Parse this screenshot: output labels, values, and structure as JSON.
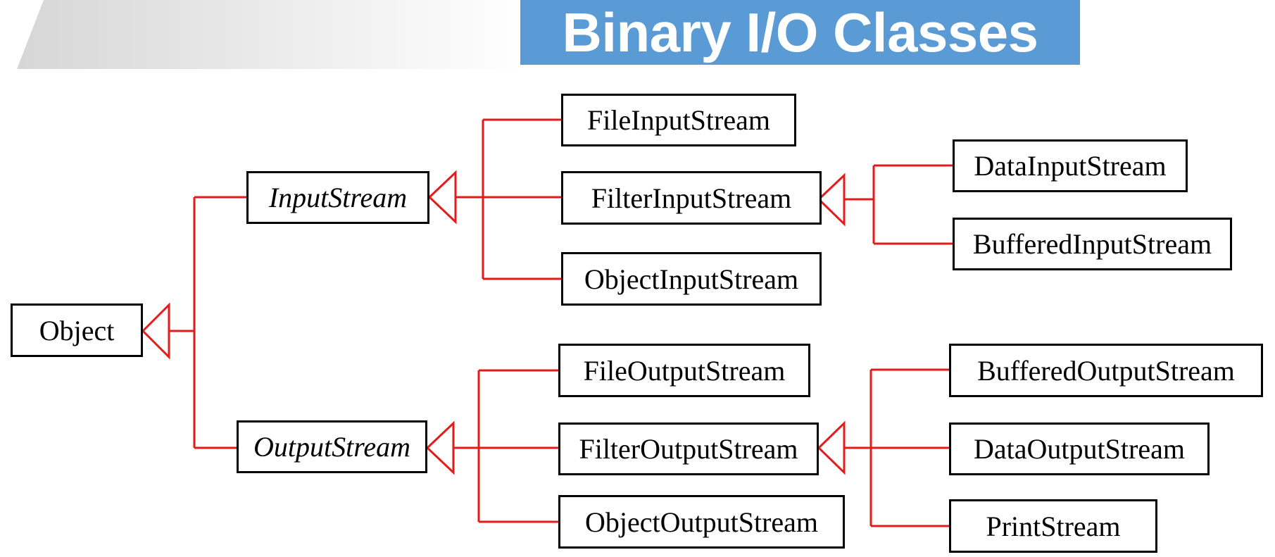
{
  "title": "Binary I/O Classes",
  "colors": {
    "title_background": "#5b9bd5",
    "title_text": "#ffffff",
    "connector": "#e31b1b",
    "box_border": "#000000"
  },
  "classes": {
    "object": "Object",
    "input_stream": "InputStream",
    "output_stream": "OutputStream",
    "file_input_stream": "FileInputStream",
    "filter_input_stream": "FilterInputStream",
    "object_input_stream": "ObjectInputStream",
    "data_input_stream": "DataInputStream",
    "buffered_input_stream": "BufferedInputStream",
    "file_output_stream": "FileOutputStream",
    "filter_output_stream": "FilterOutputStream",
    "object_output_stream": "ObjectOutputStream",
    "buffered_output_stream": "BufferedOutputStream",
    "data_output_stream": "DataOutputStream",
    "print_stream": "PrintStream"
  },
  "abstract_classes": [
    "input_stream",
    "output_stream"
  ],
  "inheritance": [
    {
      "child": "input_stream",
      "parent": "object"
    },
    {
      "child": "output_stream",
      "parent": "object"
    },
    {
      "child": "file_input_stream",
      "parent": "input_stream"
    },
    {
      "child": "filter_input_stream",
      "parent": "input_stream"
    },
    {
      "child": "object_input_stream",
      "parent": "input_stream"
    },
    {
      "child": "data_input_stream",
      "parent": "filter_input_stream"
    },
    {
      "child": "buffered_input_stream",
      "parent": "filter_input_stream"
    },
    {
      "child": "file_output_stream",
      "parent": "output_stream"
    },
    {
      "child": "filter_output_stream",
      "parent": "output_stream"
    },
    {
      "child": "object_output_stream",
      "parent": "output_stream"
    },
    {
      "child": "buffered_output_stream",
      "parent": "filter_output_stream"
    },
    {
      "child": "data_output_stream",
      "parent": "filter_output_stream"
    },
    {
      "child": "print_stream",
      "parent": "filter_output_stream"
    }
  ]
}
